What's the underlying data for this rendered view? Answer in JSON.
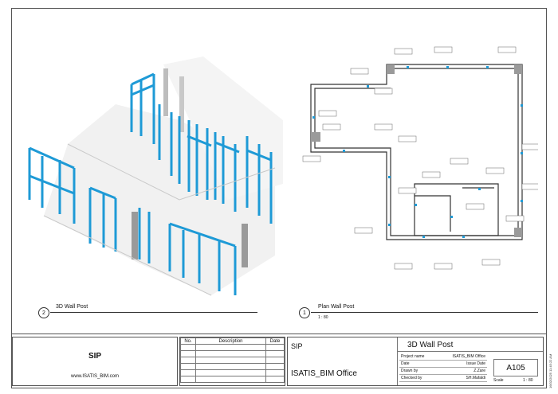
{
  "views": {
    "left": {
      "number": "2",
      "title": "3D Wall Post"
    },
    "right": {
      "number": "1",
      "title": "Plan Wall Post",
      "scale": "1 : 80"
    }
  },
  "title_block": {
    "company": "SIP",
    "website": "www.ISATIS_BIM.com",
    "revision_headers": {
      "no": "No.",
      "description": "Description",
      "date": "Date"
    },
    "client": "SIP",
    "project": "ISATIS_BIM Office",
    "sheet_name": "3D Wall Post",
    "meta": [
      {
        "label": "Project name",
        "value": "ISATIS_BIM Office"
      },
      {
        "label": "Date",
        "value": "Issue Date"
      },
      {
        "label": "Drawn by",
        "value": "Z.Zare"
      },
      {
        "label": "Checked by",
        "value": "SH.Mafaldi"
      }
    ],
    "sheet_number": "A105",
    "scale_label": "Scale",
    "scale_value": "1 : 80"
  },
  "timestamp": "16/02/2025 11:45:22 AM",
  "colors": {
    "post": "#1e9ad6",
    "wall": "#e6e6e6",
    "wall_dark": "#9a9a9a"
  }
}
